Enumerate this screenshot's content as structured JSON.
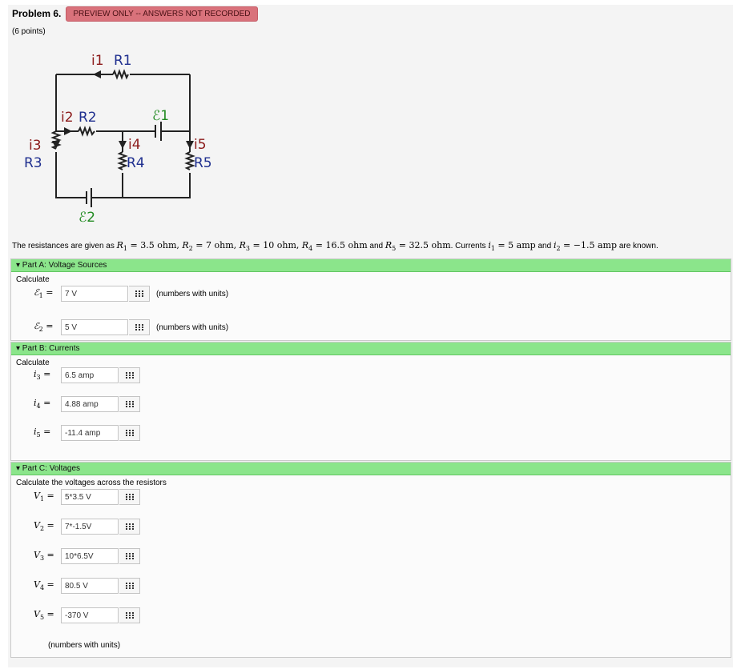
{
  "header": {
    "title": "Problem 6.",
    "badge": "PREVIEW ONLY -- ANSWERS NOT RECORDED",
    "points": "(6 points)"
  },
  "circuit": {
    "i1": "i1",
    "R1": "R1",
    "i2": "i2",
    "R2": "R2",
    "E1": "ℰ1",
    "i3": "i3",
    "R3": "R3",
    "i4": "i4",
    "R4": "R4",
    "i5": "i5",
    "R5": "R5",
    "E2": "ℰ2",
    "colors": {
      "current": "#8b1a1a",
      "resistor": "#1f2f8f",
      "source": "#228b22",
      "wire": "#222222"
    }
  },
  "given": {
    "intro": "The resistances are given as",
    "R1": "3.5",
    "R2": "7",
    "R3": "10",
    "R4": "16.5",
    "R5": "32.5",
    "ohm": "ohm",
    "currents_text": ". Currents",
    "i1": "5",
    "i2": "−1.5",
    "amp": "amp",
    "and": "and",
    "known": "are known."
  },
  "partA": {
    "title": "▾ Part A: Voltage Sources",
    "calc": "Calculate",
    "hint": "(numbers with units)",
    "rows": [
      {
        "sym": "ℰ",
        "sub": "1",
        "value": "7 V"
      },
      {
        "sym": "ℰ",
        "sub": "2",
        "value": "5 V"
      }
    ]
  },
  "partB": {
    "title": "▾ Part B: Currents",
    "calc": "Calculate",
    "rows": [
      {
        "sym": "i",
        "sub": "3",
        "value": "6.5 amp"
      },
      {
        "sym": "i",
        "sub": "4",
        "value": "4.88 amp"
      },
      {
        "sym": "i",
        "sub": "5",
        "value": "-11.4 amp"
      }
    ]
  },
  "partC": {
    "title": "▾ Part C: Voltages",
    "calc": "Calculate the voltages across the resistors",
    "hint": "(numbers with units)",
    "rows": [
      {
        "sym": "V",
        "sub": "1",
        "value": "5*3.5 V"
      },
      {
        "sym": "V",
        "sub": "2",
        "value": "7*-1.5V"
      },
      {
        "sym": "V",
        "sub": "3",
        "value": "10*6.5V"
      },
      {
        "sym": "V",
        "sub": "4",
        "value": "80.5 V"
      },
      {
        "sym": "V",
        "sub": "5",
        "value": "-370 V"
      }
    ]
  }
}
